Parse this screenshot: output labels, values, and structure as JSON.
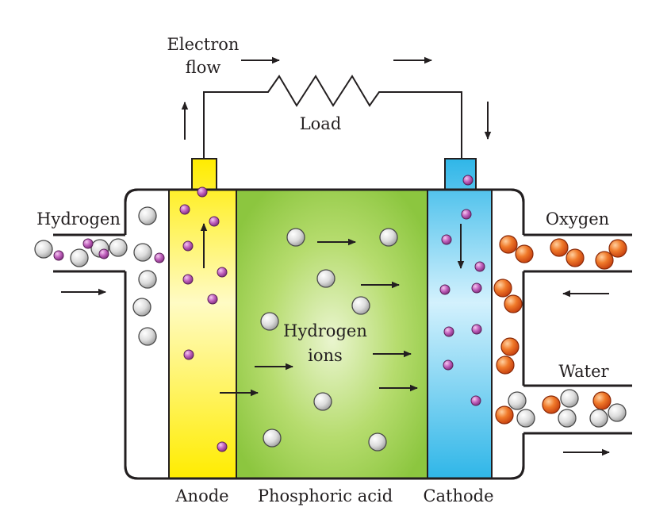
{
  "labels": {
    "electron_flow_line1": "Electron",
    "electron_flow_line2": "flow",
    "load": "Load",
    "hydrogen": "Hydrogen",
    "oxygen": "Oxygen",
    "water": "Water",
    "hydrogen_ions_line1": "Hydrogen",
    "hydrogen_ions_line2": "ions",
    "anode": "Anode",
    "electrolyte": "Phosphoric acid",
    "cathode": "Cathode"
  },
  "colors": {
    "anode": "#ffec00",
    "anode_light": "#fffbc4",
    "electrolyte": "#8cc63f",
    "electrolyte_light": "#e6f3c9",
    "cathode": "#2fb6e8",
    "cathode_light": "#d3f1fd",
    "hydrogen_molecule": "#c8c8c8",
    "proton": "#9b3c9b",
    "oxygen_atom": "#e95a1c",
    "outline": "#231f20"
  },
  "icons": {
    "hydrogen_molecule": "grey-sphere",
    "hydrogen_ion": "grey-sphere",
    "electron_proton": "purple-dot",
    "oxygen_atom": "orange-sphere"
  }
}
